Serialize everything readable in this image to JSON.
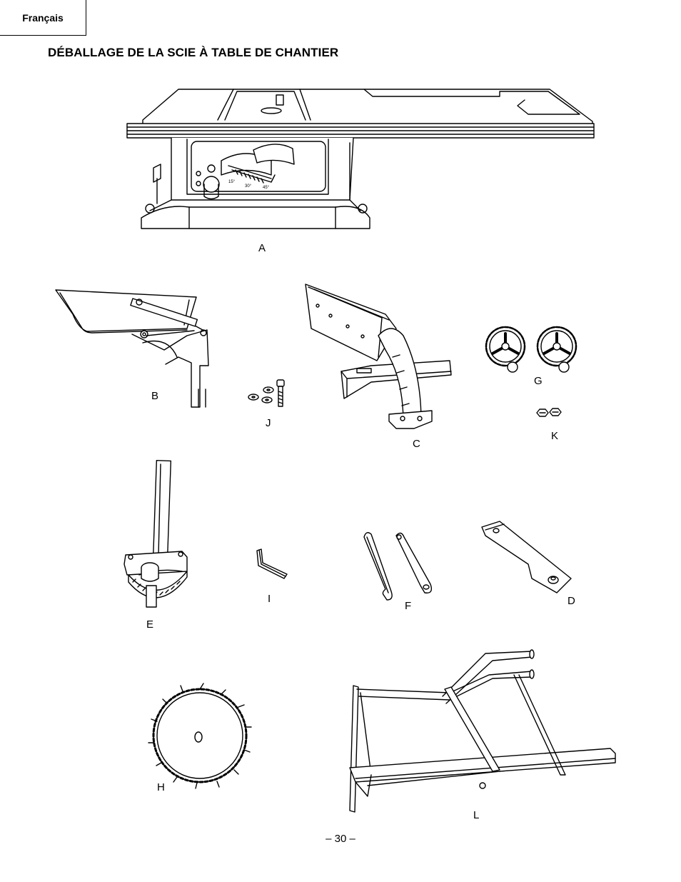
{
  "header": {
    "language": "Français"
  },
  "title": "DÉBALLAGE DE LA SCIE À TABLE DE CHANTIER",
  "table_saw": {
    "scale_15": "15°",
    "scale_30": "30°",
    "scale_45": "45°"
  },
  "parts": [
    {
      "id": "A",
      "label": "A"
    },
    {
      "id": "B",
      "label": "B"
    },
    {
      "id": "J",
      "label": "J"
    },
    {
      "id": "C",
      "label": "C"
    },
    {
      "id": "G",
      "label": "G"
    },
    {
      "id": "K",
      "label": "K"
    },
    {
      "id": "E",
      "label": "E"
    },
    {
      "id": "I",
      "label": "I"
    },
    {
      "id": "F",
      "label": "F"
    },
    {
      "id": "D",
      "label": "D"
    },
    {
      "id": "H",
      "label": "H"
    },
    {
      "id": "L",
      "label": "L"
    }
  ],
  "footer": {
    "page_number": "– 30 –"
  }
}
